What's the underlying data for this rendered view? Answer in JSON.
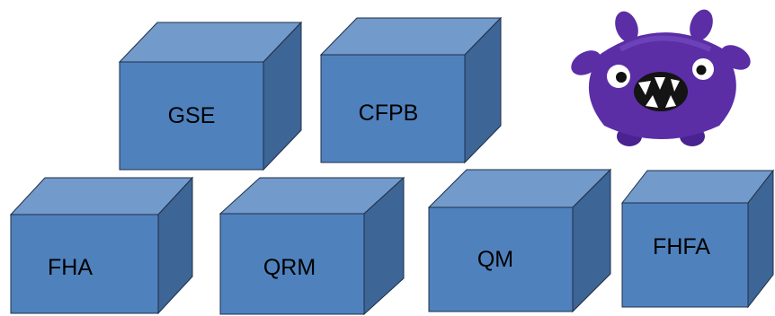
{
  "boxes": [
    {
      "label": "GSE"
    },
    {
      "label": "CFPB"
    },
    {
      "label": "FHA"
    },
    {
      "label": "QRM"
    },
    {
      "label": "QM"
    },
    {
      "label": "FHFA"
    }
  ],
  "colors": {
    "front": "#4f81bd",
    "top": "#729aca",
    "side": "#3d6595",
    "edge": "#1f2f4a",
    "mascot": "#5b2ea6"
  },
  "mascot": {
    "icon": "purple-plush-monster-icon"
  }
}
